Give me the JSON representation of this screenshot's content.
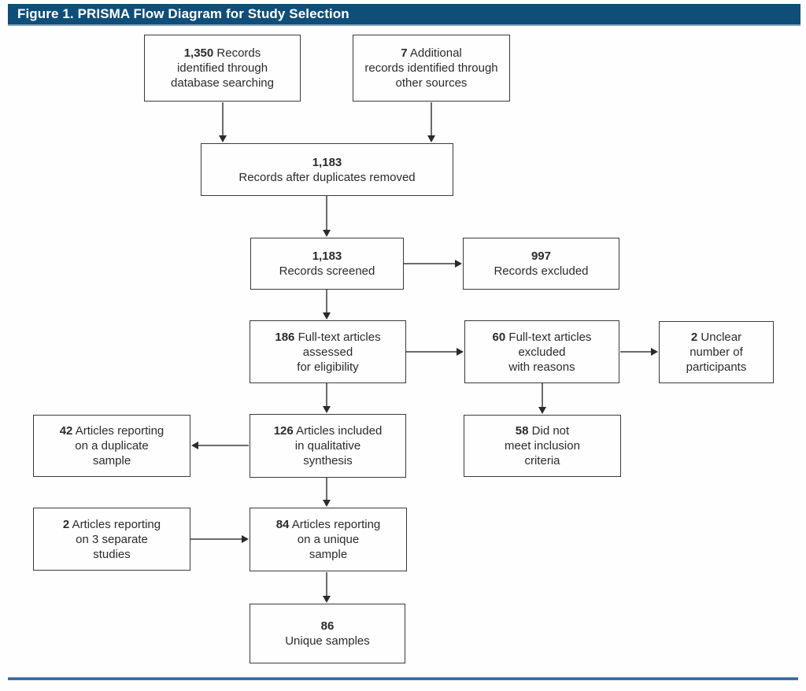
{
  "header": {
    "title": "Figure 1. PRISMA Flow Diagram for Study Selection"
  },
  "colors": {
    "header_bg": "#0f4e78",
    "header_text": "#ffffff",
    "header_underline": "#8aa7c1",
    "bottom_rule": "#34689f",
    "box_border": "#3a3a3a",
    "arrow": "#2b2b2b",
    "text": "#2b2b2b",
    "background": "#fdfefd"
  },
  "boxes": [
    {
      "id": "records-identified",
      "number": "1,350",
      "text": " Records\nidentified through\ndatabase searching"
    },
    {
      "id": "additional-records",
      "number": "7",
      "text": " Additional\nrecords identified through\nother sources"
    },
    {
      "id": "duplicates-removed",
      "number": "1,183",
      "text": "\nRecords after duplicates removed"
    },
    {
      "id": "records-screened",
      "number": "1,183",
      "text": "\nRecords screened"
    },
    {
      "id": "records-excluded",
      "number": "997",
      "text": "\nRecords excluded"
    },
    {
      "id": "fulltext-assessed",
      "number": "186",
      "text": " Full-text articles\nassessed\nfor eligibility"
    },
    {
      "id": "fulltext-excluded",
      "number": "60",
      "text": " Full-text articles\nexcluded\nwith reasons"
    },
    {
      "id": "unclear-participants",
      "number": "2",
      "text": " Unclear\nnumber of\nparticipants"
    },
    {
      "id": "duplicate-sample",
      "number": "42",
      "text": " Articles reporting\non a duplicate\nsample"
    },
    {
      "id": "qualitative-synthesis",
      "number": "126",
      "text": " Articles included\nin qualitative\nsynthesis"
    },
    {
      "id": "inclusion-criteria",
      "number": "58",
      "text": " Did not\nmeet inclusion\ncriteria"
    },
    {
      "id": "separate-studies",
      "number": "2",
      "text": " Articles reporting\non 3 separate\nstudies"
    },
    {
      "id": "unique-sample-articles",
      "number": "84",
      "text": " Articles reporting\non a unique\nsample"
    },
    {
      "id": "unique-samples",
      "number": "86",
      "text": "\nUnique samples"
    }
  ]
}
